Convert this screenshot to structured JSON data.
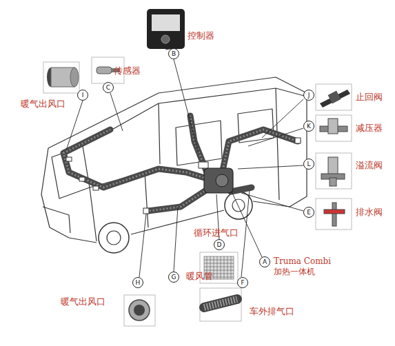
{
  "diagram": {
    "nodes": [
      {
        "text": [
          "B",
          "控制器"
        ]
      },
      {
        "text": [
          "C",
          "传感器"
        ]
      },
      {
        "text": [
          "I",
          "暖气出风口"
        ]
      },
      {
        "text": [
          "J",
          "止回阀"
        ]
      },
      {
        "text": [
          "K",
          "减压器"
        ]
      },
      {
        "text": [
          "L",
          "溢流阀"
        ]
      },
      {
        "text": [
          "E",
          "排水阀"
        ]
      },
      {
        "text": [
          "D",
          "循环进气口"
        ]
      },
      {
        "text": [
          "A",
          "Truma Combi 加热一体机"
        ]
      },
      {
        "text": [
          "G",
          "暖风管"
        ]
      },
      {
        "text": [
          "H",
          "暖气出风口"
        ]
      },
      {
        "text": [
          "F",
          "车外排气口"
        ]
      }
    ]
  }
}
